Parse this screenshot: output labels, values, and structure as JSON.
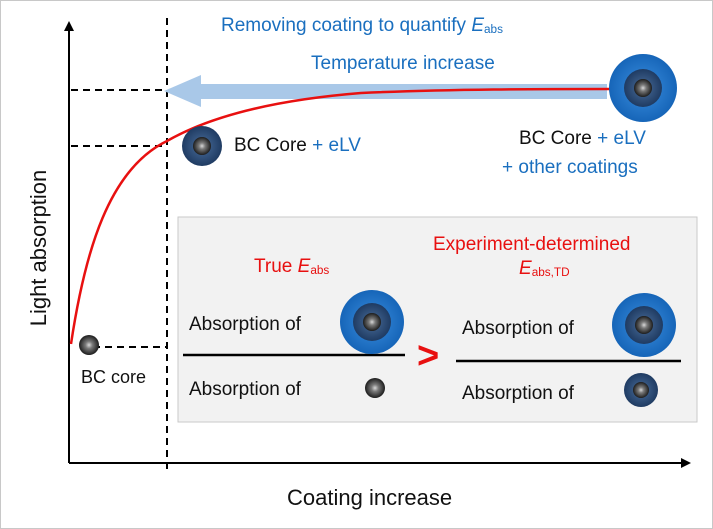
{
  "labels": {
    "top_line1_prefix": "Removing coating to quantify ",
    "top_line1_var": "E",
    "top_line1_sub": "abs",
    "top_line2": "Temperature increase",
    "right_core_a": "BC Core ",
    "right_core_b": "+ eLV",
    "right_core_c": "+ other coatings",
    "mid_core_a": "BC Core ",
    "mid_core_b": "+ eLV",
    "bc_core": "BC core",
    "y_axis": "Light absorption",
    "x_axis": "Coating increase",
    "true_prefix": "True ",
    "true_var": "E",
    "true_sub": "abs",
    "exp_line1": "Experiment-determined",
    "exp_var": "E",
    "exp_sub": "abs,TD",
    "abs_of_1": "Absorption of",
    "abs_of_2": "Absorption of",
    "abs_of_3": "Absorption of",
    "abs_of_4": "Absorption of",
    "greater": ">"
  },
  "colors": {
    "blue_text": "#1a6fbf",
    "red": "#e81010",
    "arrow": "#a9c8e8",
    "panel": "#f2f2f2",
    "coating_light": "#1b74c9",
    "coating_dark": "#2b4f7e"
  }
}
